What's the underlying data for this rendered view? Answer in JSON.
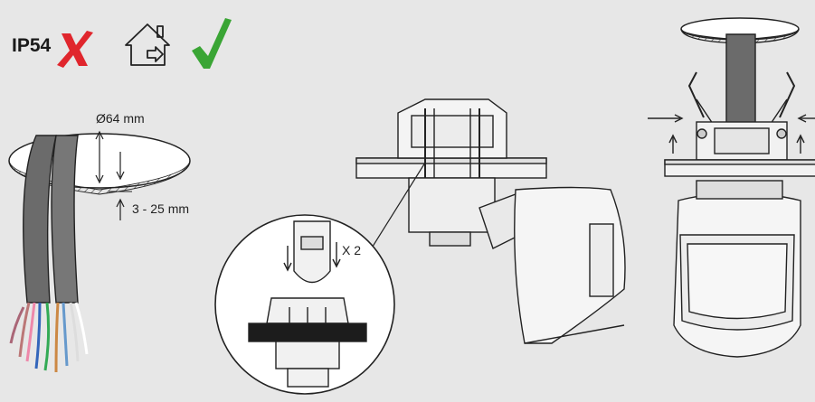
{
  "header": {
    "ip_rating_label": "IP54",
    "outdoor_status": "not-suitable",
    "indoor_status": "suitable",
    "icons": [
      "red-cross-icon",
      "house-indoor-icon",
      "green-check-icon"
    ]
  },
  "step_ceiling_hole": {
    "diameter_label": "Ø64 mm",
    "thickness_label": "3 - 25 mm"
  },
  "step_mounting_clips": {
    "multiplier_label": "X 2"
  },
  "colors": {
    "background": "#e7e7e7",
    "cross": "#e0262d",
    "check": "#3aa535",
    "line": "#1f1f1f",
    "cable": "#6b6b6b"
  }
}
